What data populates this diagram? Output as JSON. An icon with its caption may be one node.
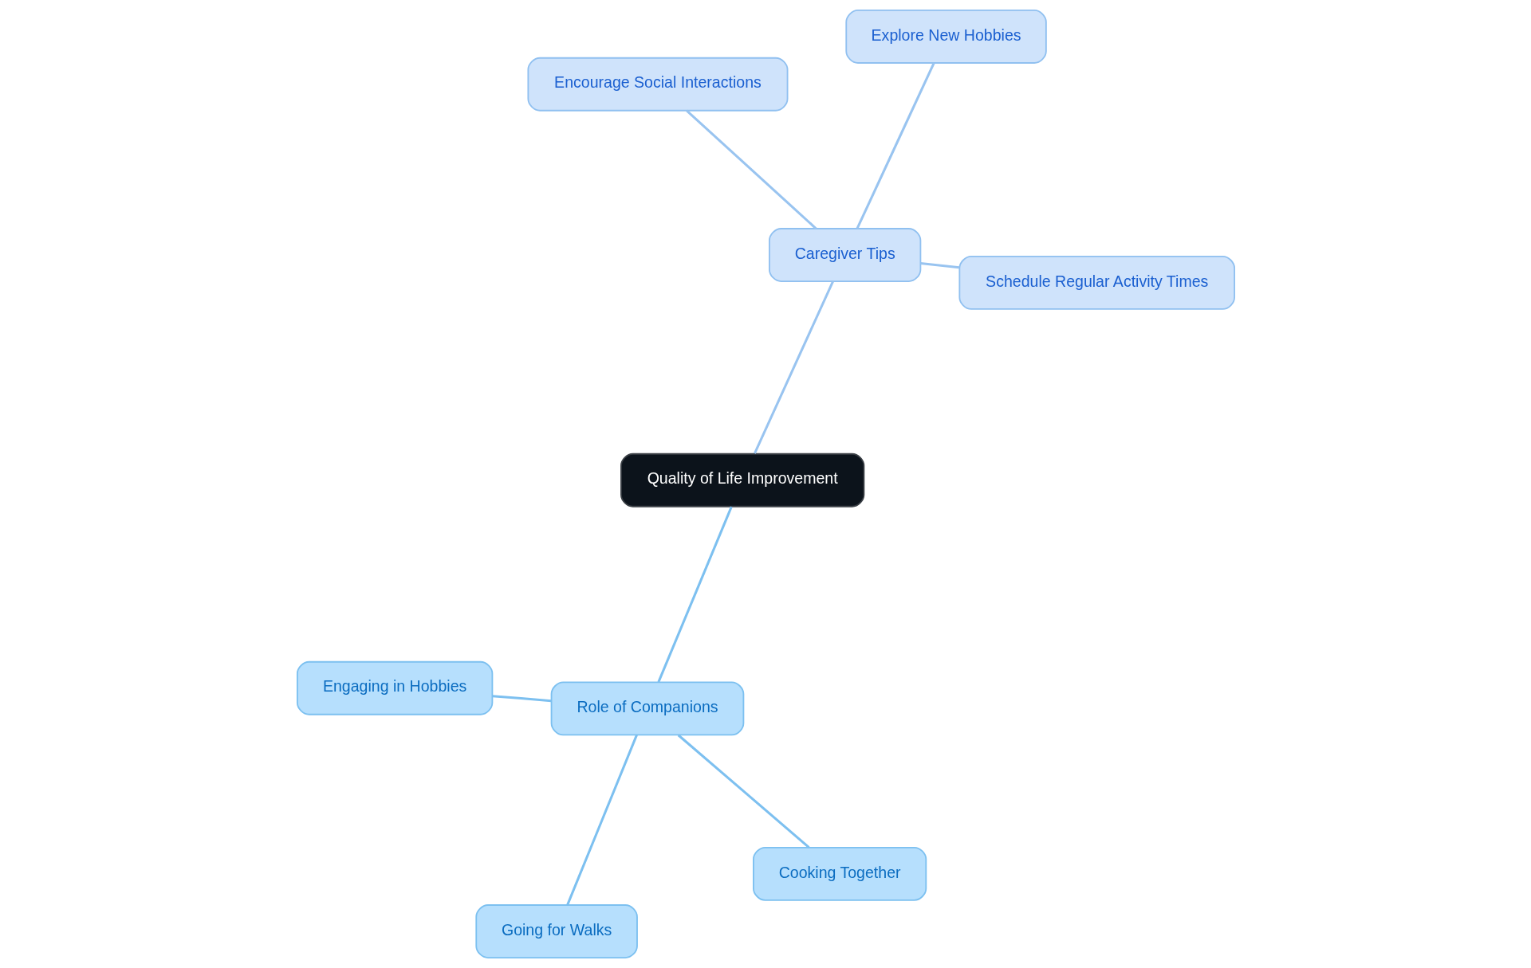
{
  "diagram": {
    "nodes": [
      {
        "text": [
          "Quality of Life Improvement"
        ]
      },
      {
        "text": [
          "Caregiver Tips"
        ]
      },
      {
        "text": [
          "Schedule Regular Activity Times"
        ]
      },
      {
        "text": [
          "Encourage Social Interactions"
        ]
      },
      {
        "text": [
          "Explore New Hobbies"
        ]
      },
      {
        "text": [
          "Role of Companions"
        ]
      },
      {
        "text": [
          "Engaging in Hobbies"
        ]
      },
      {
        "text": [
          "Cooking Together"
        ]
      },
      {
        "text": [
          "Going for Walks"
        ]
      }
    ],
    "edges": [
      {
        "from": 0,
        "to": 1,
        "arrow": "none",
        "color": "#99c4f0"
      },
      {
        "from": 1,
        "to": 2,
        "arrow": "none",
        "color": "#99c4f0"
      },
      {
        "from": 1,
        "to": 3,
        "arrow": "none",
        "color": "#99c4f0"
      },
      {
        "from": 1,
        "to": 4,
        "arrow": "none",
        "color": "#99c4f0"
      },
      {
        "from": 0,
        "to": 5,
        "arrow": "none",
        "color": "#7dc0f0"
      },
      {
        "from": 5,
        "to": 6,
        "arrow": "none",
        "color": "#7dc0f0"
      },
      {
        "from": 5,
        "to": 7,
        "arrow": "none",
        "color": "#7dc0f0"
      },
      {
        "from": 5,
        "to": 8,
        "arrow": "none",
        "color": "#7dc0f0"
      }
    ]
  }
}
